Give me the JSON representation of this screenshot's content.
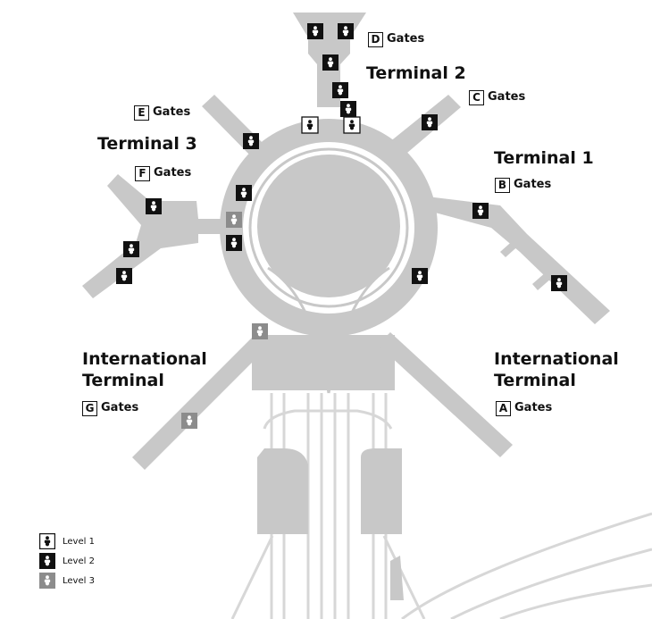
{
  "terminals": {
    "t1": "Terminal 1",
    "t2": "Terminal 2",
    "t3": "Terminal 3",
    "intl_left": [
      "International",
      "Terminal"
    ],
    "intl_right": [
      "International",
      "Terminal"
    ]
  },
  "gates": {
    "word": "Gates",
    "a": "A",
    "b": "B",
    "c": "C",
    "d": "D",
    "e": "E",
    "f": "F",
    "g": "G"
  },
  "legend": {
    "level1": "Level 1",
    "level2": "Level 2",
    "level3": "Level 3"
  },
  "icons": {
    "restroom": "baby-changing-icon"
  },
  "colors": {
    "building": "#c8c8c8",
    "level1_fill": "#ffffff",
    "level2_fill": "#111111",
    "level3_fill": "#8c8c8c"
  }
}
